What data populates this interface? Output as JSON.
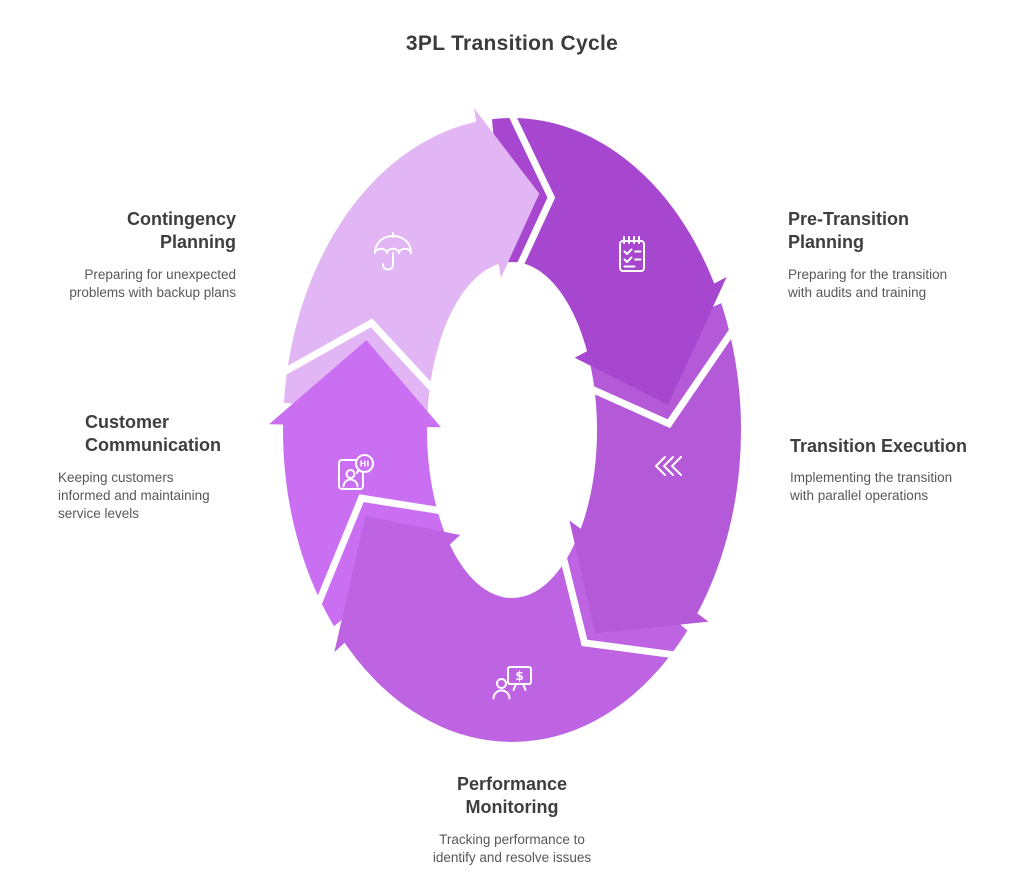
{
  "title": "3PL Transition Cycle",
  "colors": {
    "background": "#ffffff",
    "title_text": "#3b3b3b",
    "heading_text": "#3e3e3e",
    "body_text": "#585858",
    "icon": "#ffffff"
  },
  "stages": [
    {
      "id": "pre-transition-planning",
      "label": "Pre-Transition\nPlanning",
      "description": "Preparing for the transition\nwith audits and training",
      "icon": "checklist-icon",
      "color": "#a746ce"
    },
    {
      "id": "transition-execution",
      "label": "Transition Execution",
      "description": "Implementing the transition\nwith parallel operations",
      "icon": "triple-chevron-icon",
      "color": "#b45ad9"
    },
    {
      "id": "performance-monitoring",
      "label": "Performance\nMonitoring",
      "description": "Tracking performance to\nidentify and resolve issues",
      "icon": "monitor-dollar-person-icon",
      "color": "#be64e3"
    },
    {
      "id": "customer-communication",
      "label": "Customer\nCommunication",
      "description": "Keeping customers\ninformed and maintaining\nservice levels",
      "icon": "id-card-chat-icon",
      "color": "#ca6ff2"
    },
    {
      "id": "contingency-planning",
      "label": "Contingency\nPlanning",
      "description": "Preparing for unexpected\nproblems with backup plans",
      "icon": "umbrella-icon",
      "color": "#e2b5f4"
    }
  ]
}
